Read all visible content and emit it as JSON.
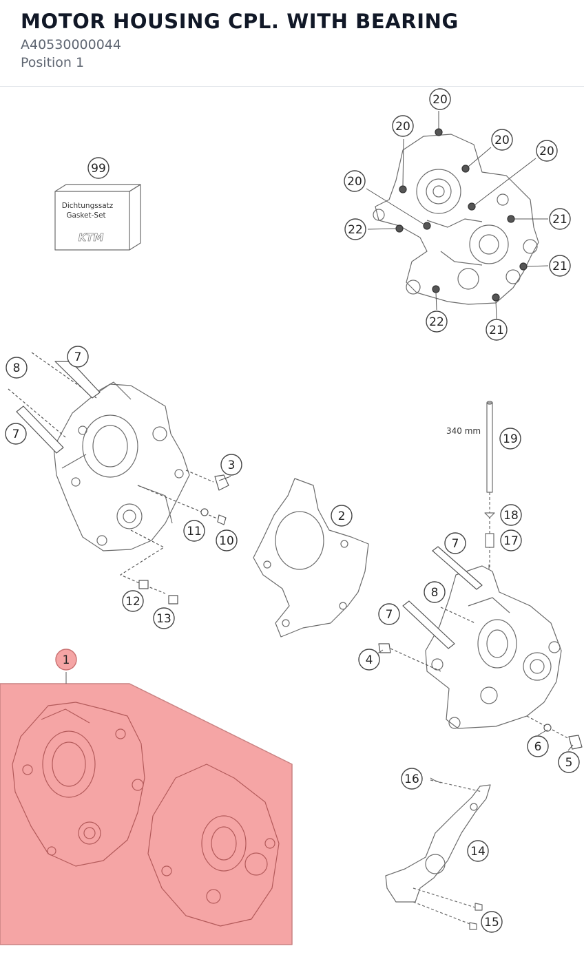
{
  "header": {
    "title": "MOTOR HOUSING CPL. WITH BEARING",
    "part_number": "A40530000044",
    "position": "Position 1"
  },
  "diagram": {
    "gasket_box": {
      "line1": "Dichtungssatz",
      "line2": "Gasket-Set",
      "logo": "KTM"
    },
    "dimension_label": "340 mm",
    "highlight_color": "#f5a5a5",
    "callouts": [
      "20",
      "20",
      "20",
      "20",
      "20",
      "21",
      "21",
      "21",
      "22",
      "22",
      "99",
      "7",
      "8",
      "7",
      "3",
      "11",
      "10",
      "12",
      "13",
      "2",
      "19",
      "18",
      "17",
      "7",
      "8",
      "7",
      "4",
      "6",
      "5",
      "1",
      "16",
      "14",
      "15"
    ]
  }
}
